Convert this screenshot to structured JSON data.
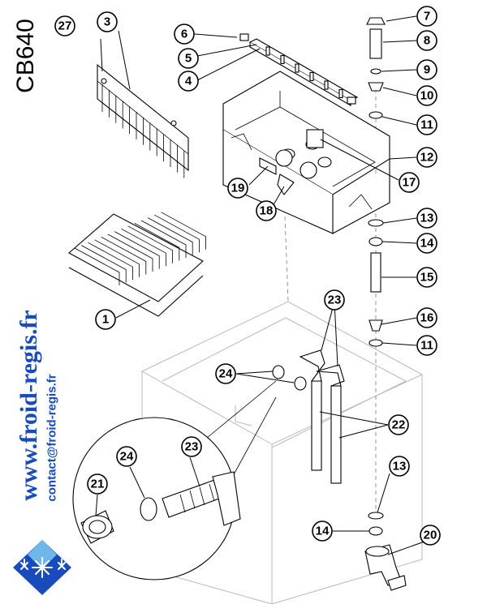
{
  "model_code": "CB640",
  "watermark": {
    "website": "www.froid-regis.fr",
    "email": "contact@froid-regis.fr",
    "logo_colors": [
      "#1a4bbd",
      "#6fb7e8"
    ]
  },
  "callouts": [
    {
      "id": "1",
      "label": "1"
    },
    {
      "id": "3",
      "label": "3"
    },
    {
      "id": "4",
      "label": "4"
    },
    {
      "id": "5",
      "label": "5"
    },
    {
      "id": "6",
      "label": "6"
    },
    {
      "id": "7",
      "label": "7"
    },
    {
      "id": "8",
      "label": "8"
    },
    {
      "id": "9",
      "label": "9"
    },
    {
      "id": "10",
      "label": "10"
    },
    {
      "id": "11a",
      "label": "11"
    },
    {
      "id": "11b",
      "label": "11"
    },
    {
      "id": "12",
      "label": "12"
    },
    {
      "id": "13a",
      "label": "13"
    },
    {
      "id": "13b",
      "label": "13"
    },
    {
      "id": "14a",
      "label": "14"
    },
    {
      "id": "14b",
      "label": "14"
    },
    {
      "id": "15",
      "label": "15"
    },
    {
      "id": "16",
      "label": "16"
    },
    {
      "id": "17",
      "label": "17"
    },
    {
      "id": "18",
      "label": "18"
    },
    {
      "id": "19",
      "label": "19"
    },
    {
      "id": "20",
      "label": "20"
    },
    {
      "id": "21",
      "label": "21"
    },
    {
      "id": "22",
      "label": "22"
    },
    {
      "id": "23a",
      "label": "23"
    },
    {
      "id": "23b",
      "label": "23"
    },
    {
      "id": "24a",
      "label": "24"
    },
    {
      "id": "24b",
      "label": "24"
    },
    {
      "id": "27",
      "label": "27"
    }
  ]
}
